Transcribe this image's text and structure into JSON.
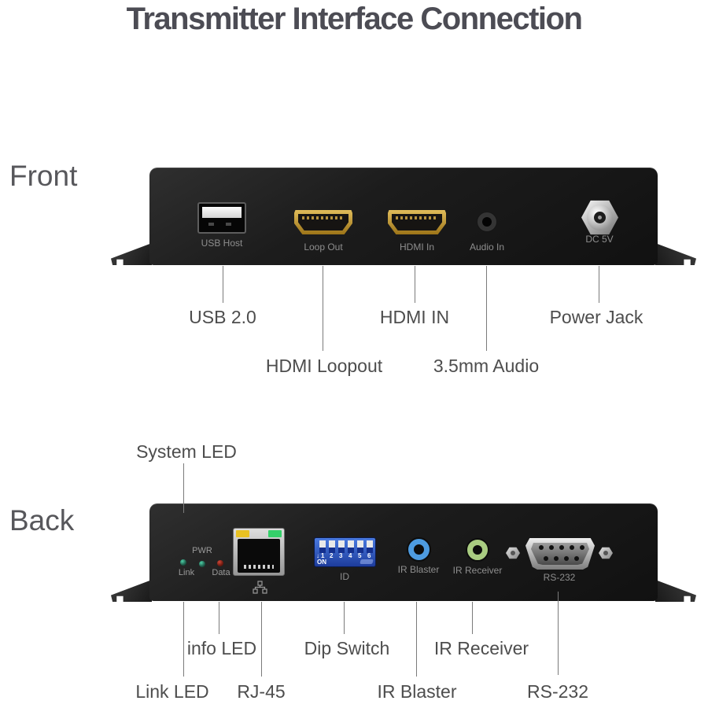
{
  "title": "Transmitter Interface Connection",
  "front": {
    "heading": "Front",
    "ports": {
      "usb": {
        "label": "USB Host"
      },
      "loop_out": {
        "label": "Loop Out"
      },
      "hdmi_in": {
        "label": "HDMI In"
      },
      "audio_in": {
        "label": "Audio In"
      },
      "dc": {
        "label": "DC 5V"
      }
    },
    "callouts": {
      "usb": "USB 2.0",
      "hdmi_loopout": "HDMI Loopout",
      "hdmi_in": "HDMI IN",
      "audio": "3.5mm Audio",
      "power": "Power Jack"
    }
  },
  "back": {
    "heading": "Back",
    "system_led_callout": "System LED",
    "leds": {
      "pwr": "PWR",
      "link": "Link",
      "data": "Data"
    },
    "dip": {
      "arrow": "↓",
      "numbers": [
        "1",
        "2",
        "3",
        "4",
        "5",
        "6"
      ],
      "on_label": "ON",
      "id_label": "ID"
    },
    "ports": {
      "ir_blaster": {
        "label": "IR Blaster"
      },
      "ir_receiver": {
        "label": "IR Receiver"
      },
      "rs232": {
        "label": "RS-232"
      }
    },
    "callouts": {
      "info_led": "info LED",
      "link_led": "Link LED",
      "rj45": "RJ-45",
      "dip": "Dip Switch",
      "ir_blaster": "IR Blaster",
      "ir_receiver": "IR Receiver",
      "rs232": "RS-232"
    }
  },
  "colors": {
    "title_text": "#4c4c54",
    "callout_text": "#4d4d4d",
    "panel_black": "#1c1c1c",
    "panel_label": "#8e8e8e",
    "hdmi_gold": "#c7a23c",
    "dip_blue": "#2f5fc4",
    "ir_blaster_ring": "#4d9be0",
    "ir_receiver_ring": "#a9cc81",
    "rj45_yellow_led": "#e8c122",
    "rj45_green_led": "#35d06a",
    "status_led_green": "#2a6e5a",
    "status_led_red": "#6e1a10"
  }
}
